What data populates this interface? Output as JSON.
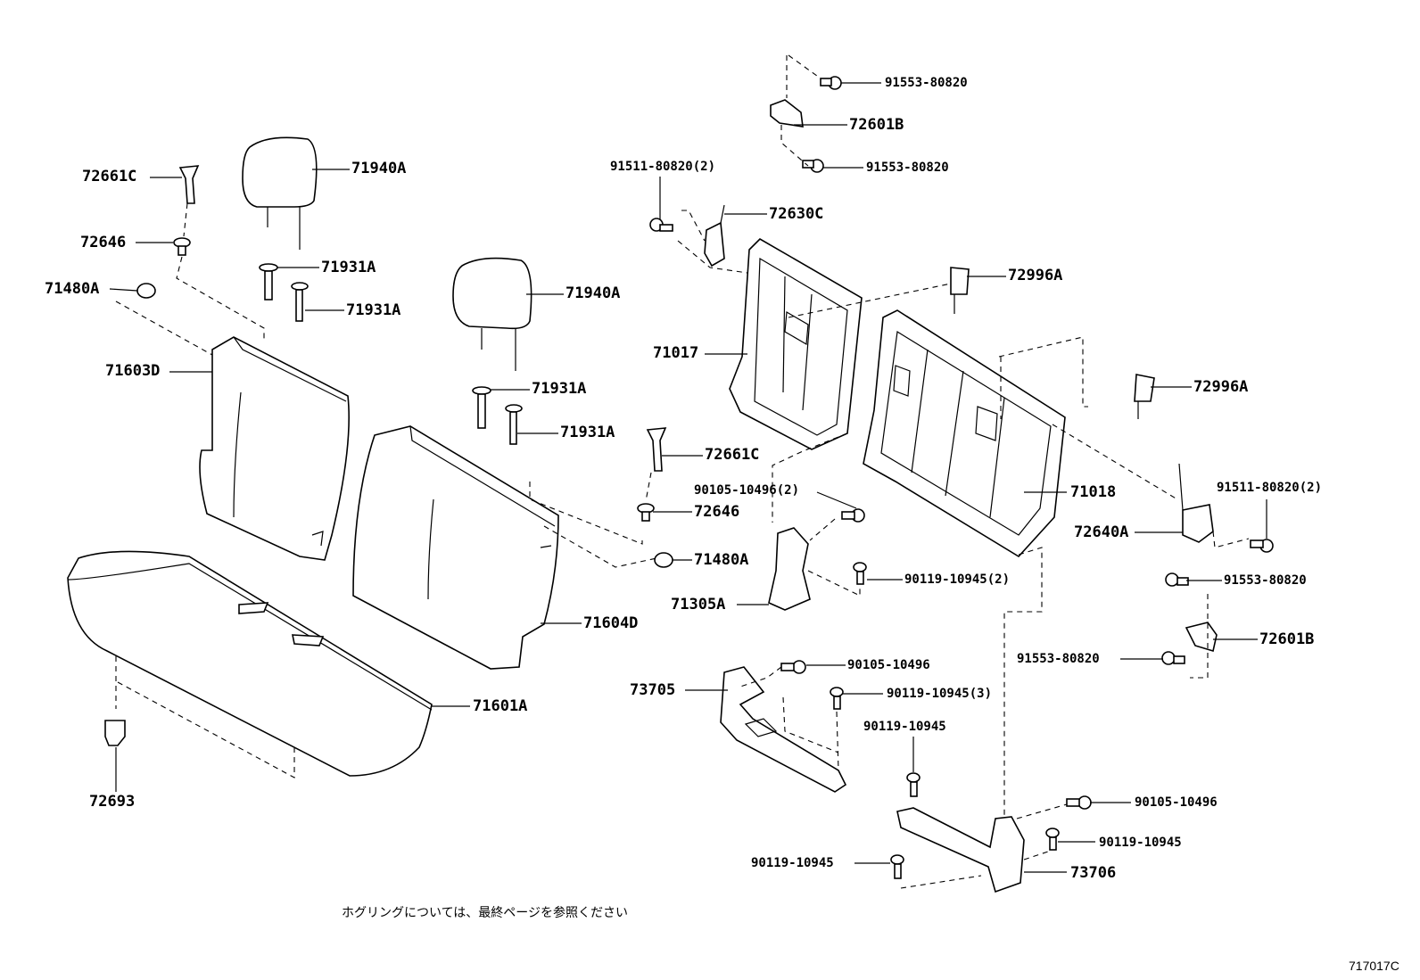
{
  "diagram": {
    "labels": [
      {
        "id": "91553-80820-top",
        "text": "91553-80820"
      },
      {
        "id": "72601B-top",
        "text": "72601B"
      },
      {
        "id": "91553-80820-mid",
        "text": "91553-80820"
      },
      {
        "id": "91511-80820-left",
        "text": "91511-80820(2)"
      },
      {
        "id": "72630C",
        "text": "72630C"
      },
      {
        "id": "72996A-top",
        "text": "72996A"
      },
      {
        "id": "71017",
        "text": "71017"
      },
      {
        "id": "72996A-right",
        "text": "72996A"
      },
      {
        "id": "72661C-left",
        "text": "72661C"
      },
      {
        "id": "71940A-left",
        "text": "71940A"
      },
      {
        "id": "72646-left",
        "text": "72646"
      },
      {
        "id": "71931A-1",
        "text": "71931A"
      },
      {
        "id": "71480A-left",
        "text": "71480A"
      },
      {
        "id": "71931A-2",
        "text": "71931A"
      },
      {
        "id": "71940A-right",
        "text": "71940A"
      },
      {
        "id": "71603D",
        "text": "71603D"
      },
      {
        "id": "71931A-3",
        "text": "71931A"
      },
      {
        "id": "71931A-4",
        "text": "71931A"
      },
      {
        "id": "72661C-right",
        "text": "72661C"
      },
      {
        "id": "90105-10496-2",
        "text": "90105-10496(2)"
      },
      {
        "id": "71018",
        "text": "71018"
      },
      {
        "id": "91511-80820-right",
        "text": "91511-80820(2)"
      },
      {
        "id": "72646-right",
        "text": "72646"
      },
      {
        "id": "72640A",
        "text": "72640A"
      },
      {
        "id": "71480A-right",
        "text": "71480A"
      },
      {
        "id": "90119-10945-2",
        "text": "90119-10945(2)"
      },
      {
        "id": "91553-80820-right1",
        "text": "91553-80820"
      },
      {
        "id": "71305A",
        "text": "71305A"
      },
      {
        "id": "71604D",
        "text": "71604D"
      },
      {
        "id": "72601B-right",
        "text": "72601B"
      },
      {
        "id": "91553-80820-right2",
        "text": "91553-80820"
      },
      {
        "id": "90105-10496-a",
        "text": "90105-10496"
      },
      {
        "id": "73705",
        "text": "73705"
      },
      {
        "id": "90119-10945-3",
        "text": "90119-10945(3)"
      },
      {
        "id": "71601A",
        "text": "71601A"
      },
      {
        "id": "90119-10945-a",
        "text": "90119-10945"
      },
      {
        "id": "72693",
        "text": "72693"
      },
      {
        "id": "90105-10496-b",
        "text": "90105-10496"
      },
      {
        "id": "90119-10945-b",
        "text": "90119-10945"
      },
      {
        "id": "90119-10945-c",
        "text": "90119-10945"
      },
      {
        "id": "73706",
        "text": "73706"
      }
    ],
    "note": "ホグリングについては、最終ページを参照ください",
    "figure_code": "717017C"
  }
}
